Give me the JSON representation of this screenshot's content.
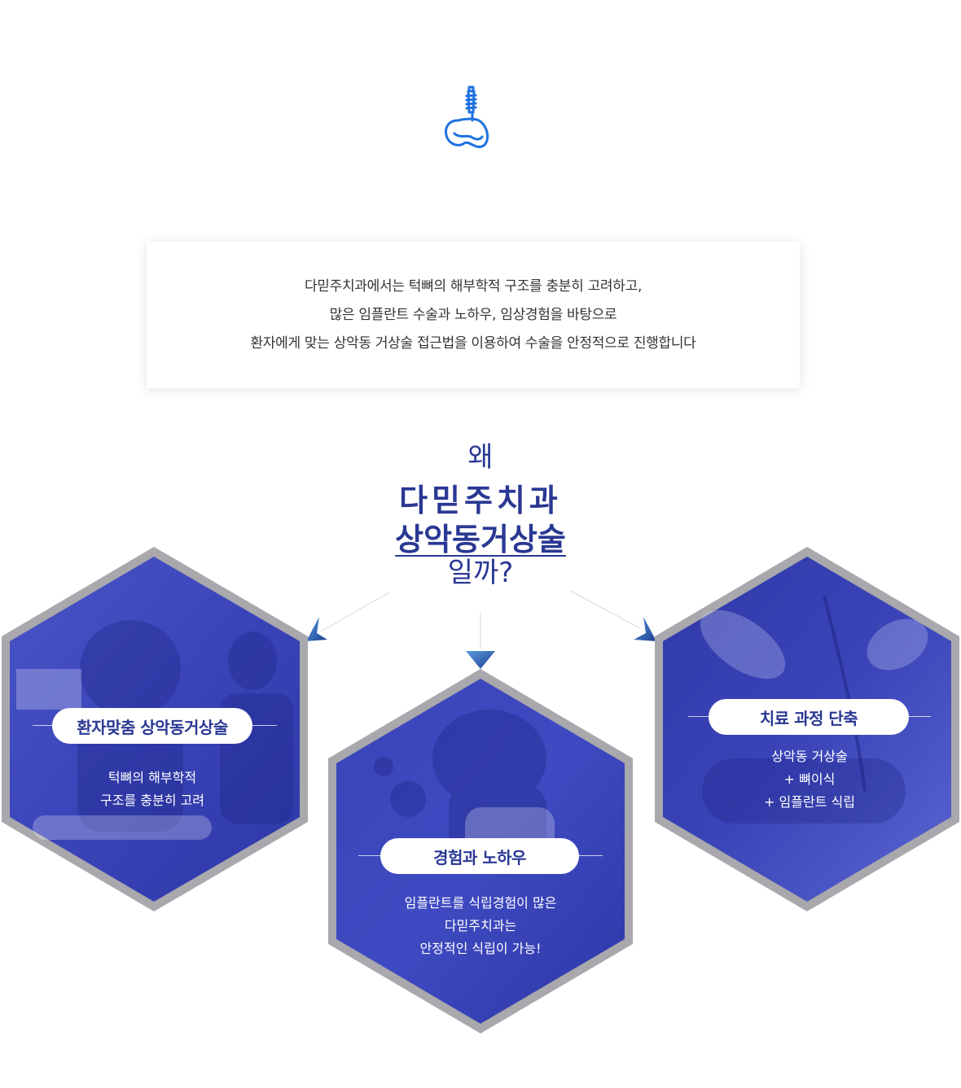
{
  "intro": {
    "lines": [
      "다믿주치과에서는 턱뼈의 해부학적 구조를 충분히 고려하고,",
      "많은 임플란트 수술과 노하우, 임상경험을 바탕으로",
      "환자에게 맞는 상악동 거상술 접근법을 이용하여 수술을 안정적으로 진행합니다"
    ]
  },
  "heading": {
    "line1": "왜",
    "line2": "다믿주치과",
    "line3": "상악동거상술",
    "line4": "일까?"
  },
  "cards": [
    {
      "title": "환자맞춤 상악동거상술",
      "desc": [
        "턱뼈의 해부학적",
        "구조를 충분히 고려"
      ]
    },
    {
      "title": "경험과 노하우",
      "desc": [
        "임플란트를 식립경험이 많은",
        "다믿주치과는",
        "안정적인 식립이 가능!"
      ]
    },
    {
      "title": "치료 과정 단축",
      "desc": [
        "상악동 거상술",
        "+ 뼈이식",
        "+ 임플란트 식립"
      ]
    }
  ],
  "icons": {
    "top": "dental-implant-icon"
  },
  "colors": {
    "brand": "#2a3893",
    "overlay": "#3b45c6",
    "frame": "#a8a8ad",
    "icon": "#1e73e0"
  }
}
